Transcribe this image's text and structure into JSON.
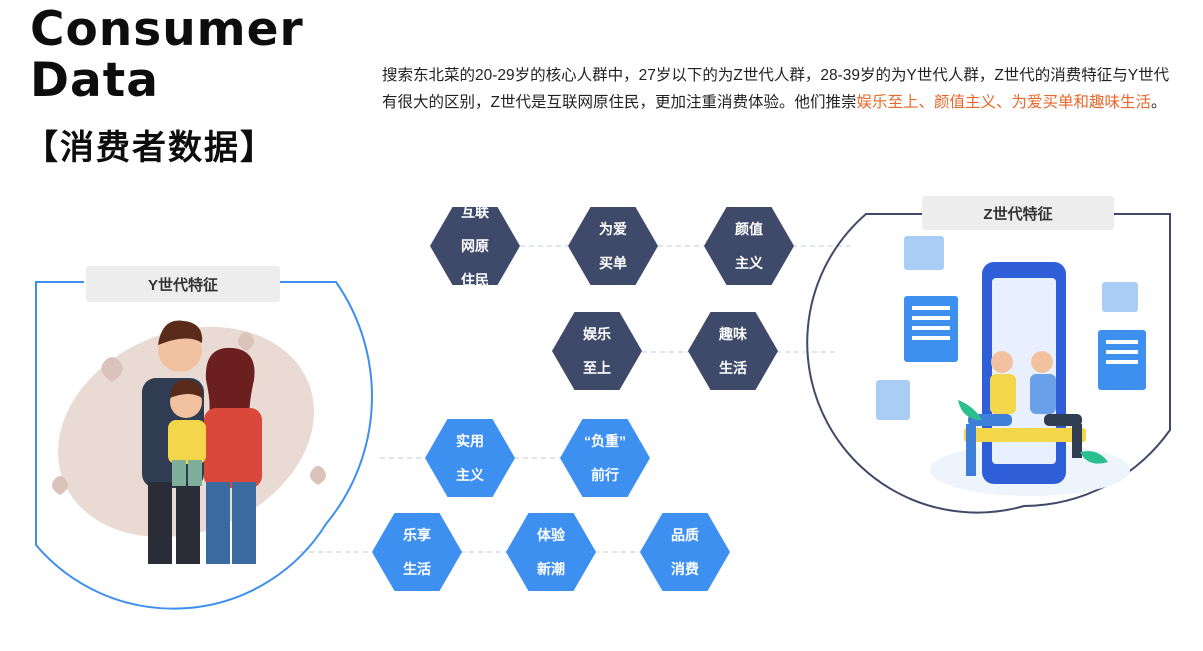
{
  "header": {
    "title_line1": "Consumer",
    "title_line2": "Data",
    "title_cn": "【消费者数据】"
  },
  "intro": {
    "text_part1": "搜索东北菜的20-29岁的核心人群中，27岁以下的为Z世代人群，28-39岁的为Y世代人群，Z世代的消费特征与Y世代有很大的区别，Z世代是互联网原住民，更加注重消费体验。他们推崇",
    "text_highlight": "娱乐至上、颜值主义、为爱买单和趣味生活",
    "text_end": "。"
  },
  "panels": {
    "y_label": "Y世代特征",
    "z_label": "Z世代特征"
  },
  "z_traits": [
    {
      "line1": "互联",
      "line2": "网原",
      "line3": "住民"
    },
    {
      "line1": "为爱",
      "line2": "买单"
    },
    {
      "line1": "颜值",
      "line2": "主义"
    },
    {
      "line1": "娱乐",
      "line2": "至上"
    },
    {
      "line1": "趣味",
      "line2": "生活"
    }
  ],
  "y_traits": [
    {
      "line1": "实用",
      "line2": "主义"
    },
    {
      "line1": "“负重”",
      "line2": "前行"
    },
    {
      "line1": "乐享",
      "line2": "生活"
    },
    {
      "line1": "体验",
      "line2": "新潮"
    },
    {
      "line1": "品质",
      "line2": "消费"
    }
  ],
  "colors": {
    "z_hex": "#3f4a6a",
    "y_hex": "#3d8ff0",
    "highlight": "#e8672a",
    "y_panel_border": "#3d8ff0",
    "z_panel_border": "#3f4a6a"
  }
}
